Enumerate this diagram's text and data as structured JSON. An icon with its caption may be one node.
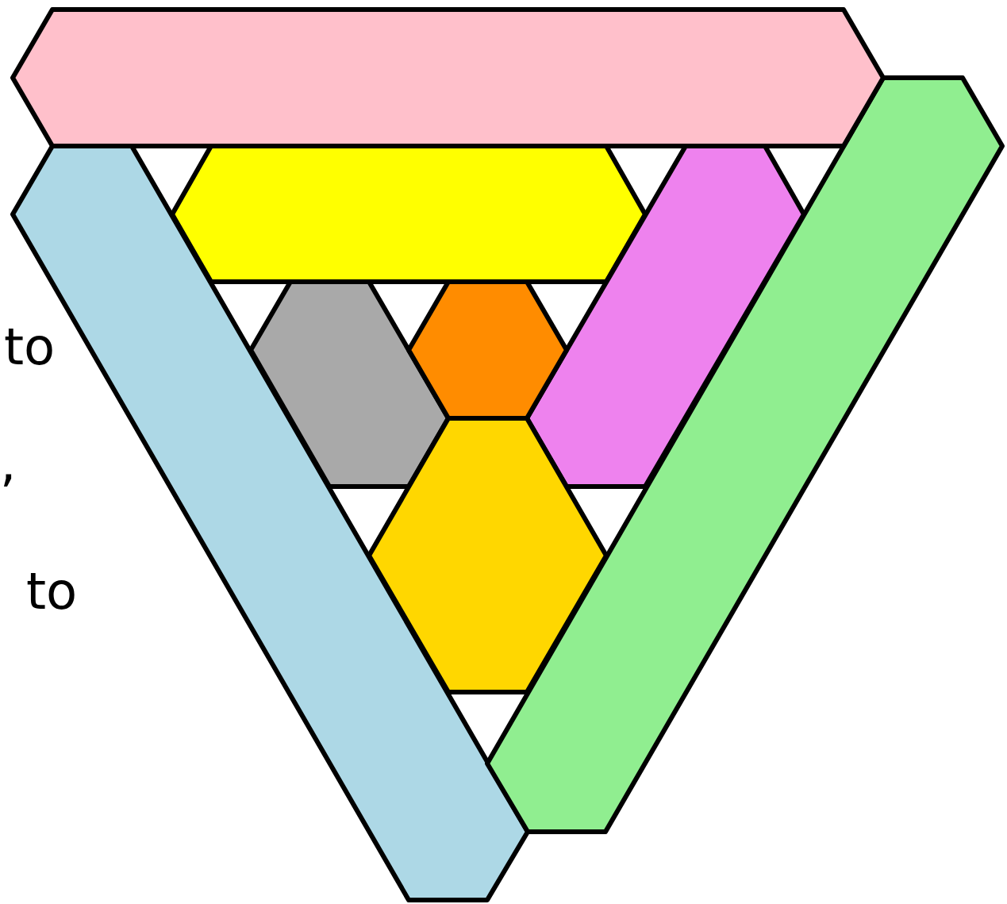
{
  "diagram": {
    "nodes": [
      {
        "text": [],
        "shape": "hexagon"
      },
      {
        "text": [],
        "shape": "hexagon"
      },
      {
        "text": [],
        "shape": "hexagon"
      },
      {
        "text": [],
        "shape": "hexagon"
      },
      {
        "text": [],
        "shape": "hexagon"
      },
      {
        "text": [],
        "shape": "hexagon"
      },
      {
        "text": [],
        "shape": "hexagon"
      },
      {
        "text": [],
        "shape": "hexagon"
      }
    ],
    "labels": [
      "to",
      ",",
      "to"
    ]
  }
}
